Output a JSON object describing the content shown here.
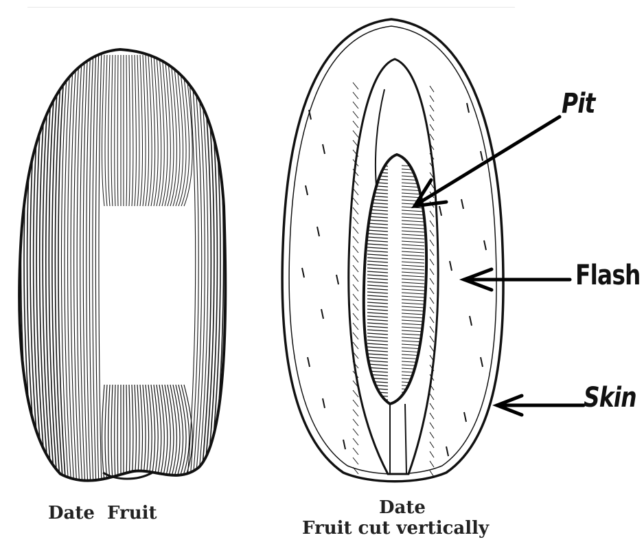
{
  "labels": {
    "pit": "Pit",
    "flash": "Flash",
    "skin": "Skin"
  },
  "captions": {
    "whole_fruit": "Date  Fruit",
    "cut_line1": "Date",
    "cut_line2": "Fruit cut vertically"
  },
  "colors": {
    "ink": "#111111",
    "paper": "#ffffff"
  }
}
